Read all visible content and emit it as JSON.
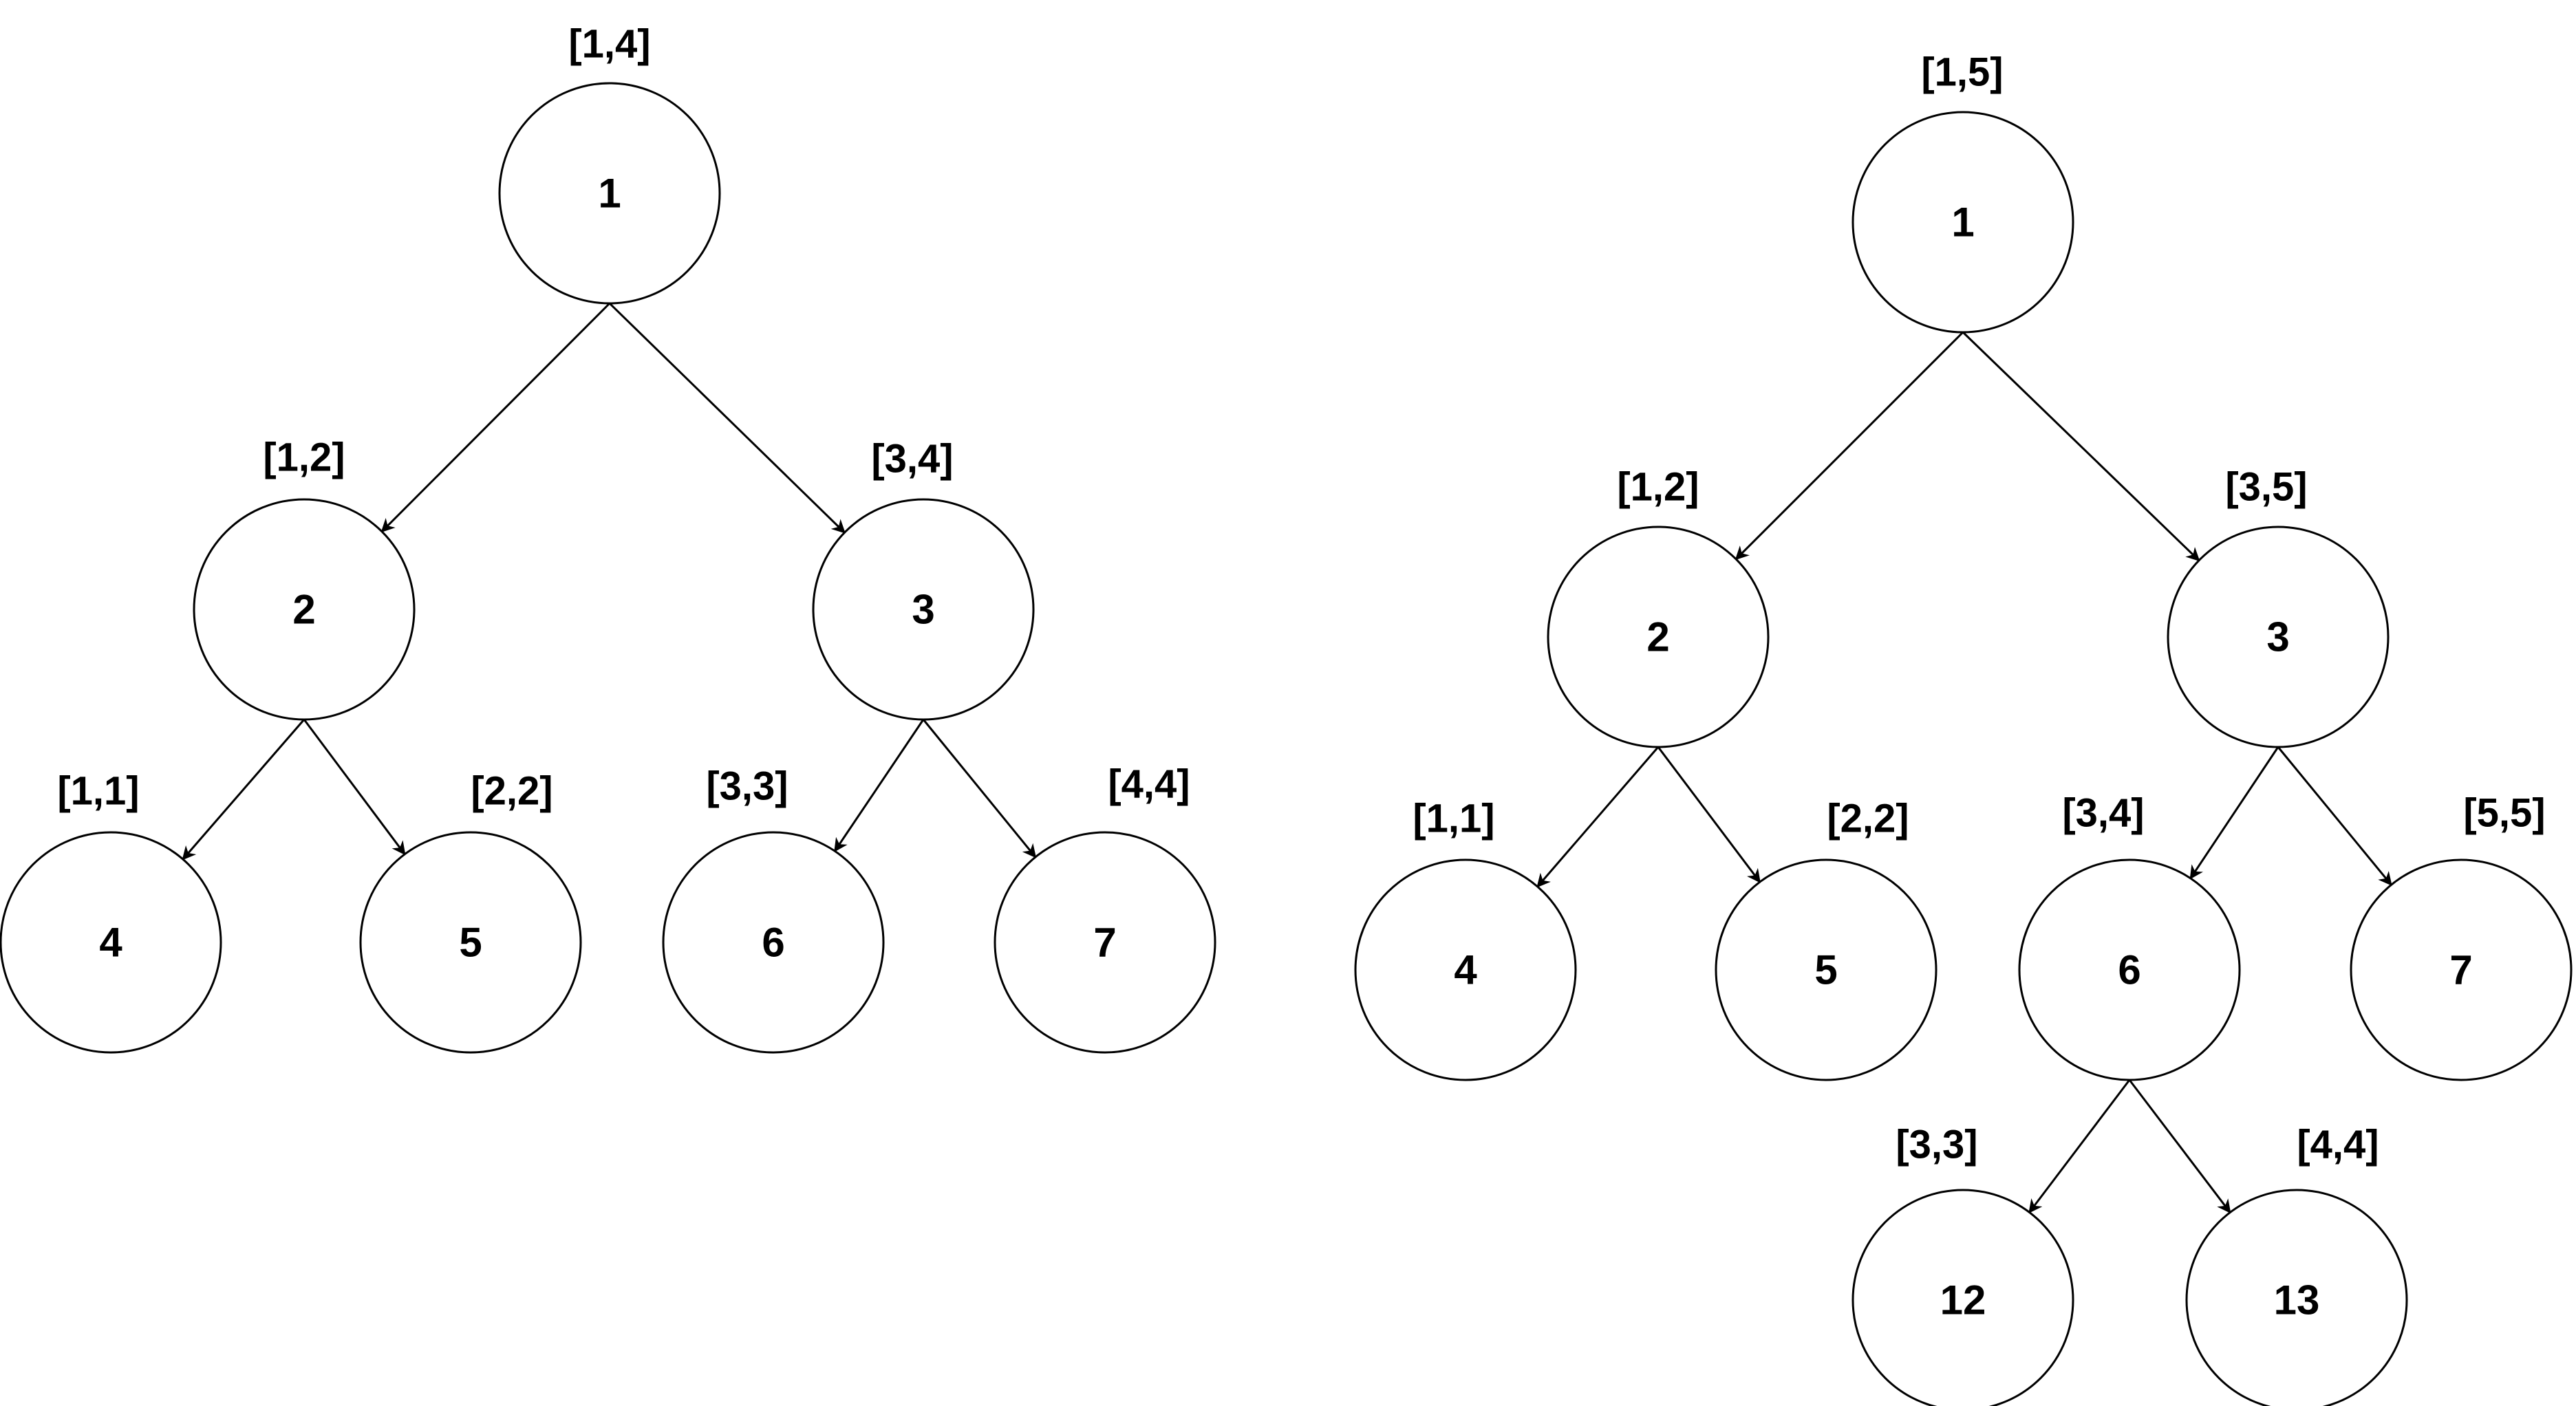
{
  "colors": {
    "stroke": "#000000",
    "fill": "#ffffff",
    "text": "#000000"
  },
  "trees": [
    {
      "id": "tree-left",
      "nodes": [
        {
          "id": "L1",
          "label": "1",
          "range": "[1,4]"
        },
        {
          "id": "L2",
          "label": "2",
          "range": "[1,2]"
        },
        {
          "id": "L3",
          "label": "3",
          "range": "[3,4]"
        },
        {
          "id": "L4",
          "label": "4",
          "range": "[1,1]"
        },
        {
          "id": "L5",
          "label": "5",
          "range": "[2,2]"
        },
        {
          "id": "L6",
          "label": "6",
          "range": "[3,3]"
        },
        {
          "id": "L7",
          "label": "7",
          "range": "[4,4]"
        }
      ],
      "edges": [
        {
          "from": "L1",
          "to": "L2"
        },
        {
          "from": "L1",
          "to": "L3"
        },
        {
          "from": "L2",
          "to": "L4"
        },
        {
          "from": "L2",
          "to": "L5"
        },
        {
          "from": "L3",
          "to": "L6"
        },
        {
          "from": "L3",
          "to": "L7"
        }
      ]
    },
    {
      "id": "tree-right",
      "nodes": [
        {
          "id": "R1",
          "label": "1",
          "range": "[1,5]"
        },
        {
          "id": "R2",
          "label": "2",
          "range": "[1,2]"
        },
        {
          "id": "R3",
          "label": "3",
          "range": "[3,5]"
        },
        {
          "id": "R4",
          "label": "4",
          "range": "[1,1]"
        },
        {
          "id": "R5",
          "label": "5",
          "range": "[2,2]"
        },
        {
          "id": "R6",
          "label": "6",
          "range": "[3,4]"
        },
        {
          "id": "R7",
          "label": "7",
          "range": "[5,5]"
        },
        {
          "id": "R12",
          "label": "12",
          "range": "[3,3]"
        },
        {
          "id": "R13",
          "label": "13",
          "range": "[4,4]"
        }
      ],
      "edges": [
        {
          "from": "R1",
          "to": "R2"
        },
        {
          "from": "R1",
          "to": "R3"
        },
        {
          "from": "R2",
          "to": "R4"
        },
        {
          "from": "R2",
          "to": "R5"
        },
        {
          "from": "R3",
          "to": "R6"
        },
        {
          "from": "R3",
          "to": "R7"
        },
        {
          "from": "R6",
          "to": "R12"
        },
        {
          "from": "R6",
          "to": "R13"
        }
      ]
    }
  ]
}
